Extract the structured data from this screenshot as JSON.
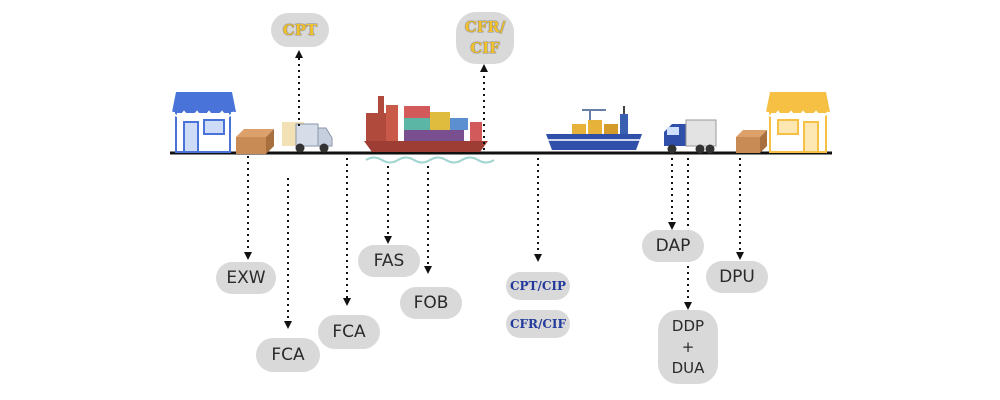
{
  "labels": {
    "cpt_top": "CPT",
    "cfr_top_line1": "CFR/",
    "cfr_top_line2": "CIF",
    "exw": "EXW",
    "fca_1": "FCA",
    "fca_2": "FCA",
    "fas": "FAS",
    "fob": "FOB",
    "cpt_cip": "CPT/CIP",
    "cfr_cif": "CFR/CIF",
    "dap": "DAP",
    "dpu": "DPU",
    "ddp_line1": "DDP",
    "ddp_line2": "+",
    "ddp_line3": "DUA"
  },
  "colors": {
    "pill_bg": "#d9d9d9",
    "arrow": "#111111",
    "seller_shop": "#4a73d9",
    "buyer_shop": "#f5c044",
    "ship_hull": "#2f4fa8",
    "box": "#c98b55",
    "highlight_text": "#f2c12e",
    "blue_text": "#223a9a"
  },
  "icons": [
    "seller-shop-icon",
    "box-icon",
    "delivery-van-icon",
    "port-cargo-ship-icon",
    "container-ship-icon",
    "truck-icon",
    "buyer-shop-icon"
  ]
}
